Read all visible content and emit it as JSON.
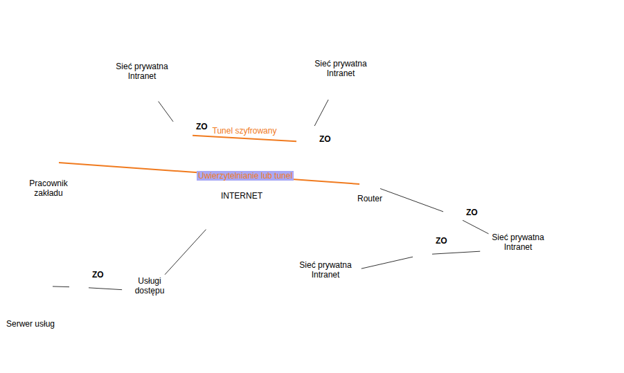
{
  "diagram": {
    "nodes": [
      {
        "text": [
          "Sieć prywatna Intranet"
        ]
      },
      {
        "text": [
          "ZO"
        ]
      },
      {
        "text": [
          "Sieć prywatna Intranet"
        ]
      },
      {
        "text": [
          "ZO"
        ]
      },
      {
        "text": [
          "Pracownik zakładu"
        ]
      },
      {
        "text": [
          "INTERNET"
        ]
      },
      {
        "text": [
          "Router"
        ]
      },
      {
        "text": [
          "ZO"
        ]
      },
      {
        "text": [
          "Sieć prywatna Intranet"
        ]
      },
      {
        "text": [
          "ZO"
        ]
      },
      {
        "text": [
          "Sieć prywatna Intranet"
        ]
      },
      {
        "text": [
          "Serwer usług"
        ]
      },
      {
        "text": [
          "ZO"
        ]
      },
      {
        "text": [
          "Usługi dostępu"
        ]
      }
    ],
    "edges": [
      {
        "from": 0,
        "to": 1,
        "arrow": "none"
      },
      {
        "from": 2,
        "to": 3,
        "arrow": "none"
      },
      {
        "from": 1,
        "to": 3,
        "label": "Tunel szyfrowany",
        "arrow": "none"
      },
      {
        "from": 4,
        "to": 6,
        "label": "Uwierzytelnianie lub tunel",
        "arrow": "none"
      },
      {
        "from": 6,
        "to": 7,
        "arrow": "none"
      },
      {
        "from": 7,
        "to": 8,
        "arrow": "none"
      },
      {
        "from": 8,
        "to": 9,
        "arrow": "none"
      },
      {
        "from": 9,
        "to": 10,
        "arrow": "none"
      },
      {
        "from": 5,
        "to": 13,
        "arrow": "none"
      },
      {
        "from": 13,
        "to": 12,
        "arrow": "none"
      },
      {
        "from": 12,
        "to": 11,
        "arrow": "none"
      }
    ]
  }
}
